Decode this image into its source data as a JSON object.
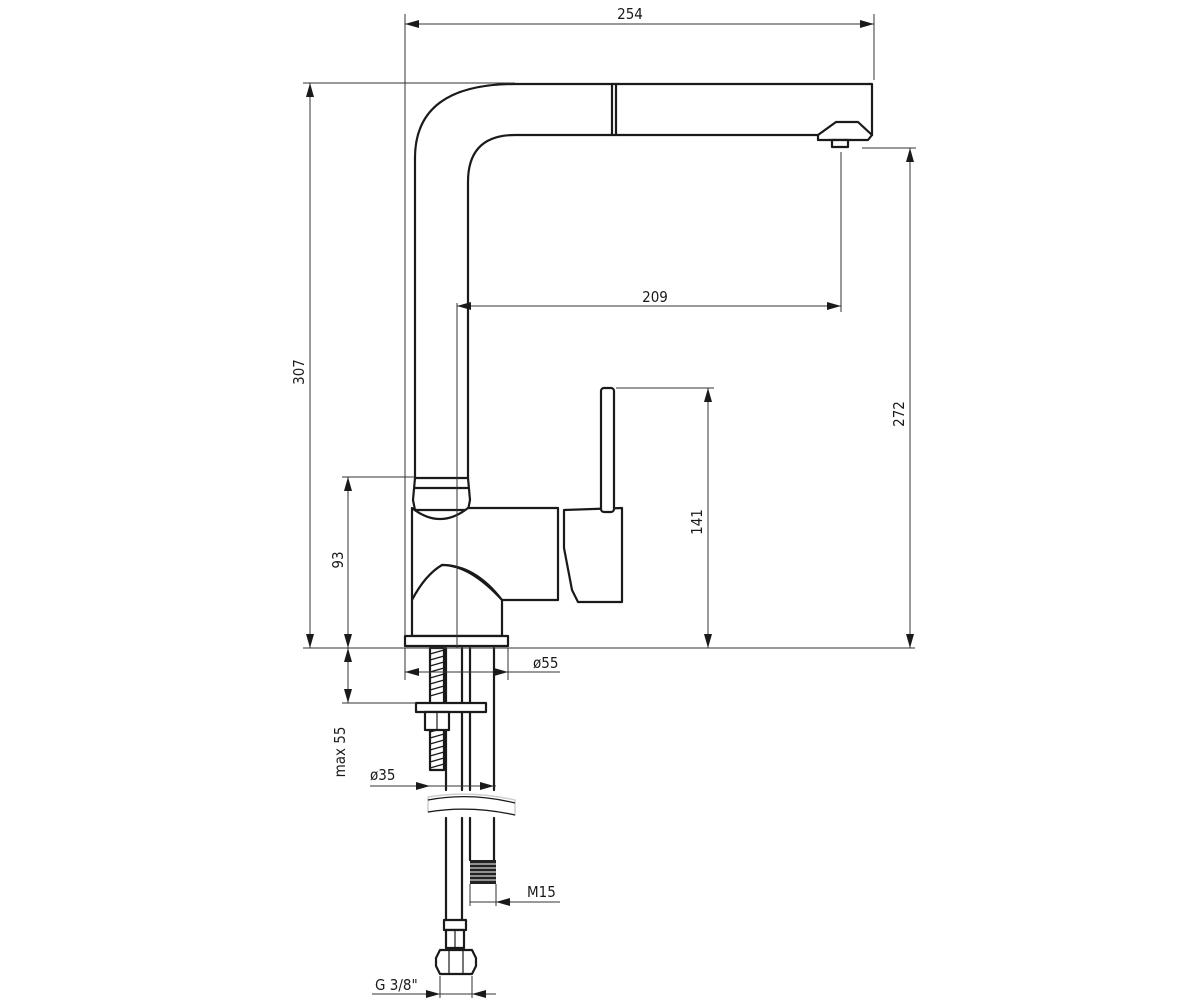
{
  "dimensions": {
    "overall_width": "254",
    "overall_height": "307",
    "spout_reach": "209",
    "spout_outlet_height": "272",
    "lever_height": "141",
    "body_height": "93",
    "base_diameter": "ø55",
    "max_deck_thickness": "max 55",
    "mount_hole_diameter": "ø35",
    "hose_thread": "M15",
    "connection_thread": "G 3/8\""
  }
}
